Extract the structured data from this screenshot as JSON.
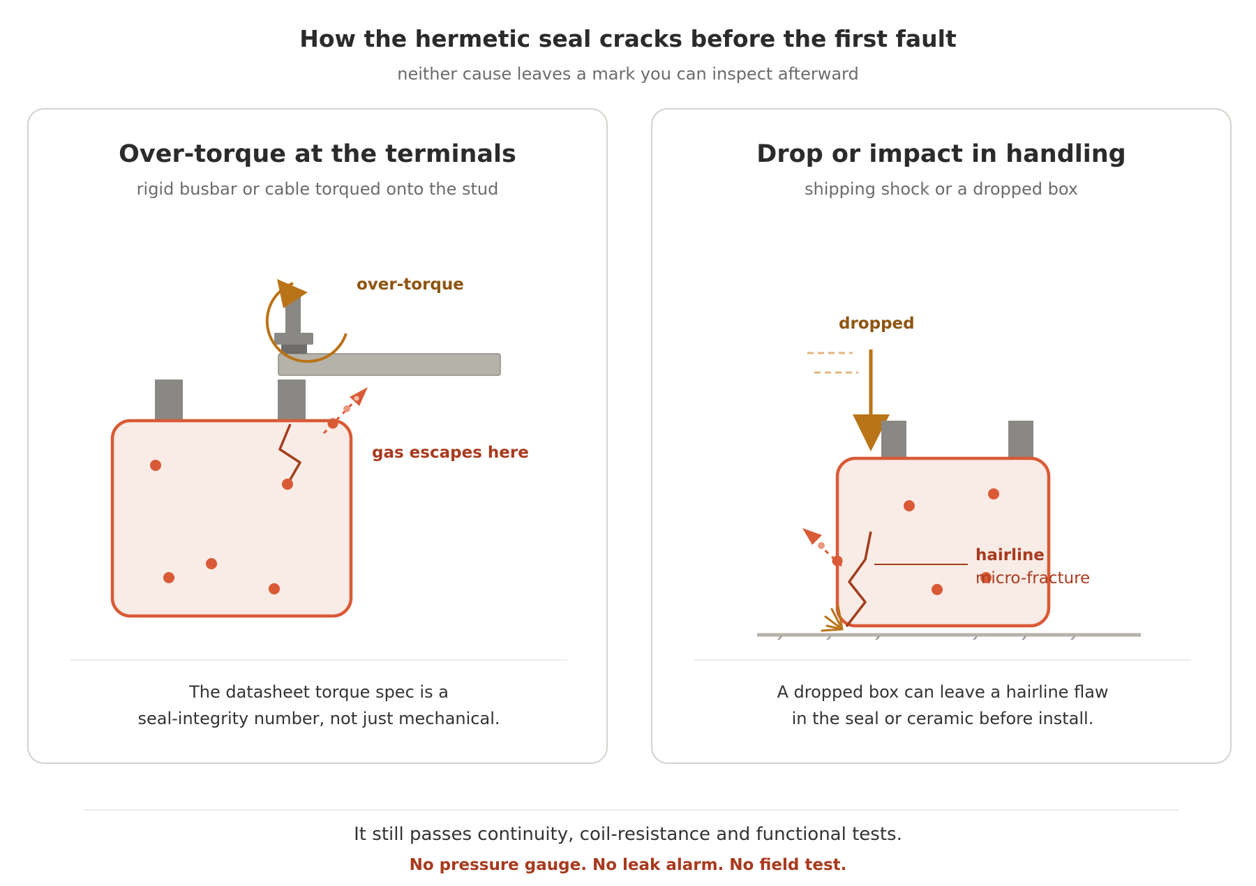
{
  "header": {
    "title": "How the hermetic seal cracks before the first fault",
    "subtitle": "neither cause leaves a mark you can inspect afterward"
  },
  "panels": [
    {
      "title": "Over-torque at the terminals",
      "subtitle": "rigid busbar or cable torqued onto the stud",
      "labels": {
        "torque": "over-torque",
        "leak": "gas escapes here"
      },
      "caption_lines": [
        "The datasheet torque spec is a",
        "seal-integrity number, not just mechanical."
      ]
    },
    {
      "title": "Drop or impact in handling",
      "subtitle": "shipping shock or a dropped box",
      "labels": {
        "drop": "dropped",
        "crack_line1": "hairline",
        "crack_line2": "micro-fracture"
      },
      "caption_lines": [
        "A dropped box can leave a hairline flaw",
        "in the seal or ceramic before install."
      ]
    }
  ],
  "footer": {
    "line": "It still passes continuity, coil-resistance and functional tests.",
    "alert": "No pressure gauge. No leak alarm. No field test."
  },
  "colors": {
    "seal_red": "#d95a36",
    "seal_fill": "#f9ebe5",
    "crack": "#a03e1d",
    "torque_orange": "#b97318",
    "terminal_gray": "#8a8884",
    "busbar": "#b5b2aa"
  }
}
